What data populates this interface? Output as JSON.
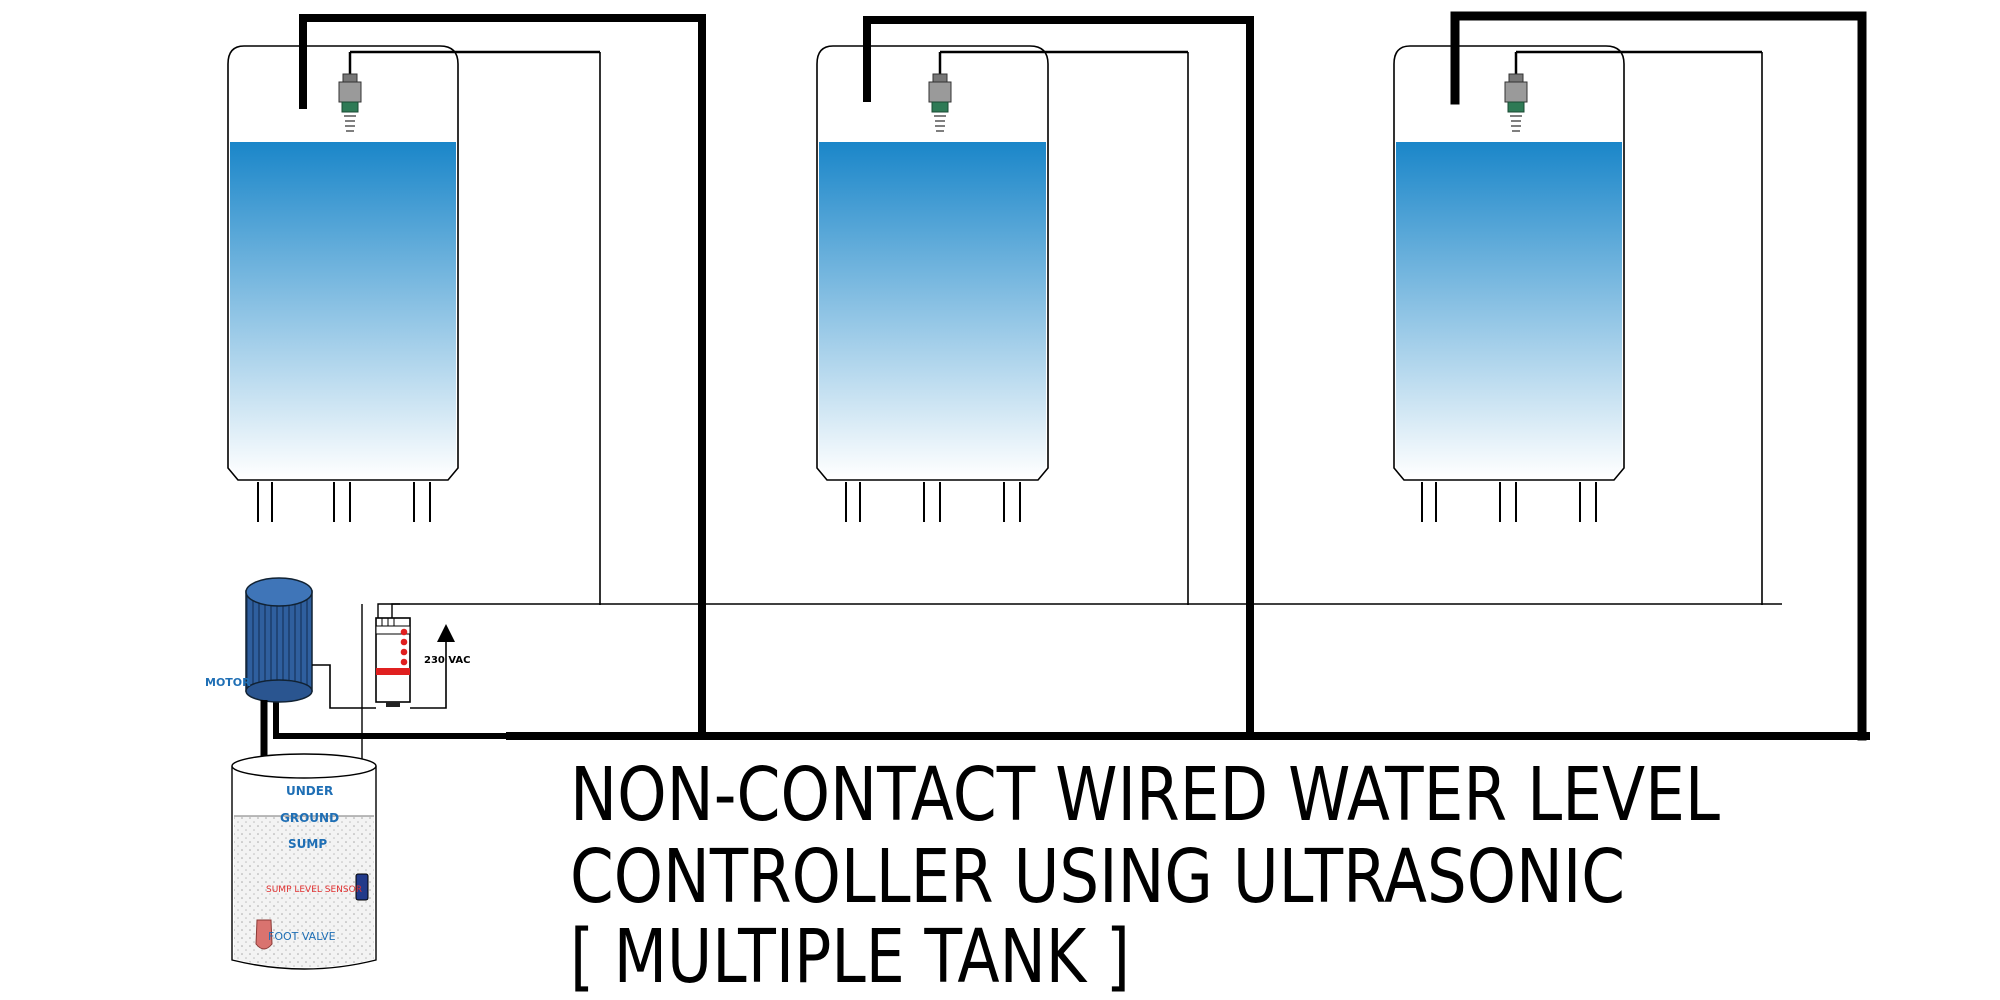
{
  "title": {
    "line1": "NON-CONTACT WIRED WATER LEVEL",
    "line2": "CONTROLLER USING ULTRASONIC",
    "line3": "[ MULTIPLE TANK ]"
  },
  "labels": {
    "motor": "MOTOR",
    "voltage": "230 VAC",
    "sump_line1": "UNDER",
    "sump_line2": "GROUND",
    "sump_line3": "SUMP",
    "sump_sensor": "SUMP LEVEL SENSOR",
    "foot_valve": "FOOT VALVE"
  },
  "tanks": [
    {
      "id": "tank-1",
      "water_level": 0.78
    },
    {
      "id": "tank-2",
      "water_level": 0.78
    },
    {
      "id": "tank-3",
      "water_level": 0.78
    }
  ],
  "colors": {
    "water_top": "#1a86c9",
    "water_bottom": "#ffffff",
    "motor": "#2f5f9e",
    "sump_text": "#1f6fb5",
    "sensor_text": "#e03030",
    "foot_valve": "#d9736f",
    "controller_red": "#e02020",
    "pipe": "#000000"
  }
}
